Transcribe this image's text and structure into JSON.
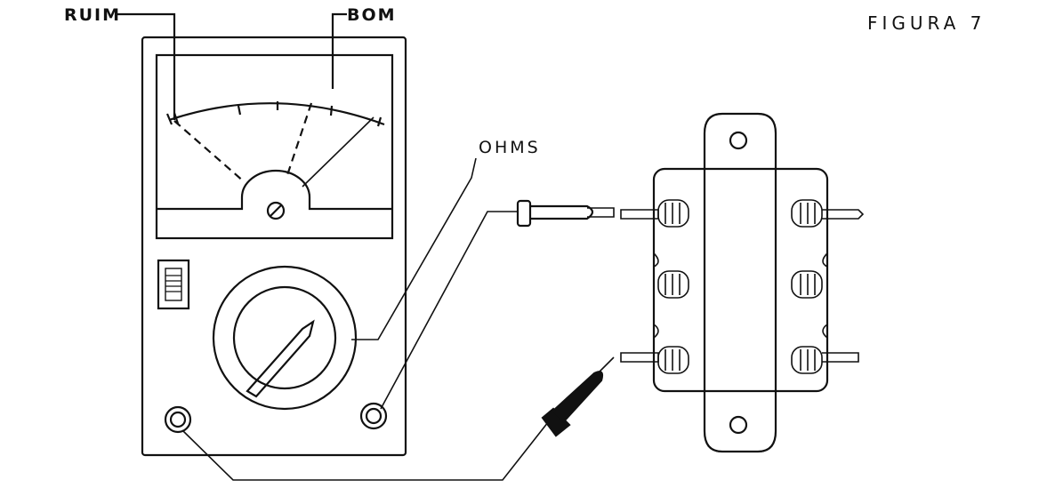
{
  "figure_label": "FIGURA 7",
  "labels": {
    "bad": "RUIM",
    "good": "BOM",
    "ohms": "OHMS"
  }
}
